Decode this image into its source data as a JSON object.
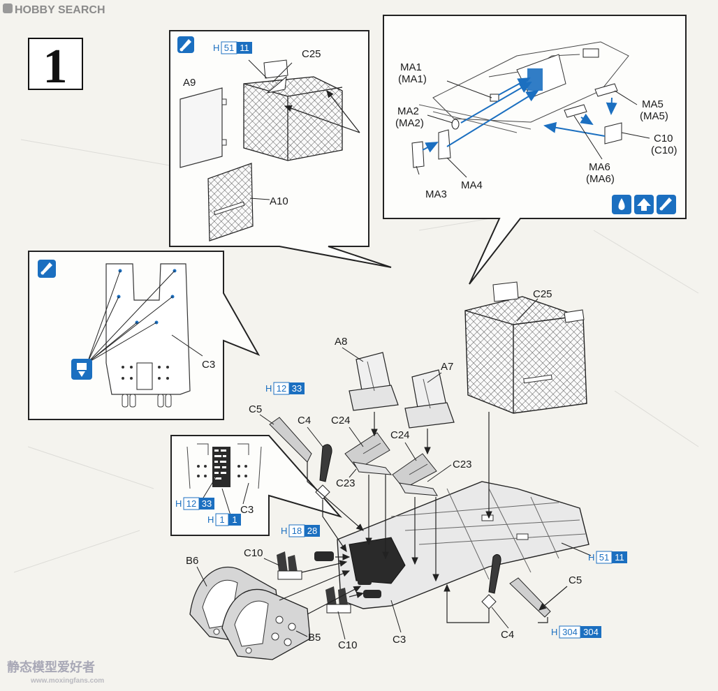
{
  "watermark_top": "HOBBY SEARCH",
  "watermark_bottom": "静态模型爱好者",
  "watermark_bottom_url": "www.moxingfans.com",
  "step_number": "1",
  "part_labels": {
    "a9": "A9",
    "c25_top": "C25",
    "a10": "A10",
    "ma1": "MA1",
    "ma1p": "(MA1)",
    "ma2": "MA2",
    "ma2p": "(MA2)",
    "ma3": "MA3",
    "ma4": "MA4",
    "ma5": "MA5",
    "ma5p": "(MA5)",
    "c10_top": "C10",
    "c10p": "(C10)",
    "ma6": "MA6",
    "ma6p": "(MA6)",
    "c3_inset": "C3",
    "c3_inset2": "C3",
    "c25_main": "C25",
    "a8": "A8",
    "a7": "A7",
    "c5_left": "C5",
    "c4_left": "C4",
    "c24_left": "C24",
    "c24_right": "C24",
    "c23_left": "C23",
    "c23_right": "C23",
    "c10_left": "C10",
    "b6": "B6",
    "b5": "B5",
    "c10_bottom": "C10",
    "c3_main": "C3",
    "c4_right": "C4",
    "c5_right": "C5"
  },
  "color_refs": [
    {
      "prefix": "H",
      "a": "51",
      "b": "11"
    },
    {
      "prefix": "H",
      "a": "12",
      "b": "33"
    },
    {
      "prefix": "H",
      "a": "12",
      "b": "33"
    },
    {
      "prefix": "H",
      "a": "1",
      "b": "1"
    },
    {
      "prefix": "H",
      "a": "18",
      "b": "28"
    },
    {
      "prefix": "H",
      "a": "51",
      "b": "11"
    },
    {
      "prefix": "H",
      "a": "304",
      "b": "304"
    }
  ],
  "icons": [
    "paint-brush-icon",
    "drop-icon",
    "up-arrow-icon",
    "drill-hole-icon"
  ],
  "colors": {
    "accent_blue": "#1b6fc0",
    "hatch": "#555555",
    "line": "#222222",
    "fill_gray": "#d9d9d9",
    "dark": "#2a2a2a"
  }
}
